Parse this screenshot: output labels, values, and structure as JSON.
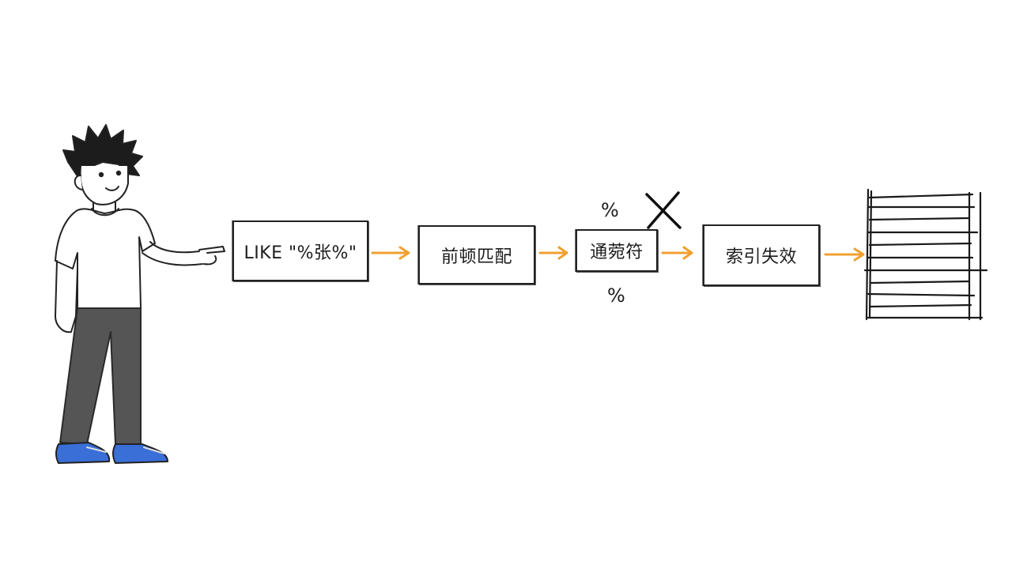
{
  "flow": {
    "steps": [
      {
        "label": "LIKE \"%张%\""
      },
      {
        "label": "前顿匹配"
      },
      {
        "label": "通菀符"
      },
      {
        "label": "索引失效"
      }
    ],
    "wildcard_marks": {
      "top": "%",
      "bottom": "%"
    }
  },
  "colors": {
    "arrow": "#f0a030",
    "ink": "#222222",
    "shoe": "#3a6fd8",
    "pants": "#555555"
  },
  "icons": [
    "person-illustration",
    "cross-mark-icon",
    "table-grid-icon"
  ]
}
